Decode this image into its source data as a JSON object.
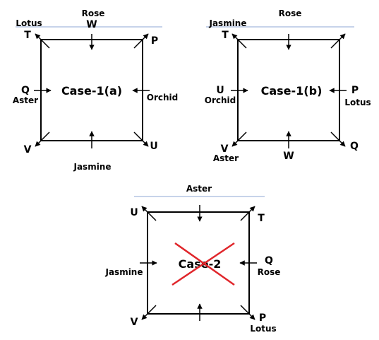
{
  "diagrams": [
    {
      "case_label": "Case-1(a)",
      "crossed": false,
      "letters": {
        "top": "W",
        "top_left": "T",
        "top_right": "P",
        "left": "Q",
        "bottom_left": "V",
        "bottom_right": "U",
        "bottom": "",
        "right": ""
      },
      "flowers": {
        "top": "Rose",
        "top_left": "Lotus",
        "left": "Aster",
        "right": "Orchid",
        "bottom": "Jasmine",
        "bottom_left": "",
        "bottom_right": ""
      }
    },
    {
      "case_label": "Case-1(b)",
      "crossed": false,
      "letters": {
        "top": "",
        "top_left": "T",
        "top_right": "",
        "left": "U",
        "right": "P",
        "bottom_left": "V",
        "bottom_right": "Q",
        "bottom": "W"
      },
      "flowers": {
        "top": "Rose",
        "top_left": "Jasmine",
        "left": "Orchid",
        "right": "Lotus",
        "bottom_left": "Aster",
        "bottom": "",
        "bottom_right": ""
      }
    },
    {
      "case_label": "Case-2",
      "crossed": true,
      "letters": {
        "top": "",
        "top_left": "U",
        "top_right": "T",
        "left": "",
        "right": "Q",
        "bottom_left": "V",
        "bottom_right": "P",
        "bottom": ""
      },
      "flowers": {
        "top": "Aster",
        "top_left": "",
        "left": "Jasmine",
        "right": "Rose",
        "bottom_right": "Lotus",
        "bottom_left": "",
        "bottom": ""
      }
    }
  ],
  "colors": {
    "ink": "#000000",
    "cross": "#e0262b",
    "underline": "#c7d3ea"
  }
}
